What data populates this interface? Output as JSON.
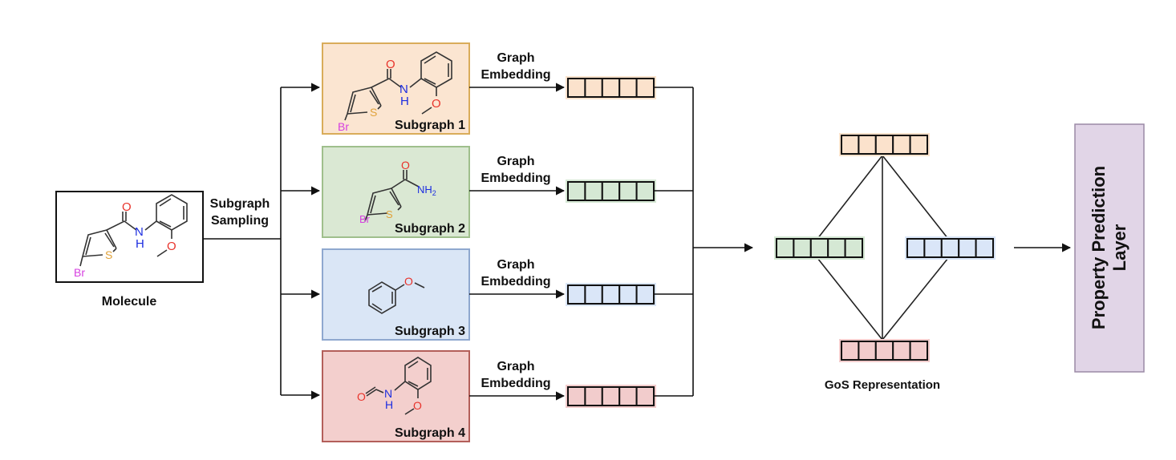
{
  "molecule": {
    "label": "Molecule",
    "atoms": {
      "O": "O",
      "N": "N",
      "H": "H",
      "S": "S",
      "Br": "Br",
      "OMe": "O"
    }
  },
  "sampling_label": [
    "Subgraph",
    "Sampling"
  ],
  "embedding_label": [
    "Graph",
    "Embedding"
  ],
  "subgraphs": [
    {
      "label": "Subgraph 1",
      "fill": "#fbe5d1",
      "border": "#d9ac5a",
      "vec_fill": "#fbe2cc",
      "atoms": {
        "O": "O",
        "N": "N",
        "H": "H",
        "S": "S",
        "Br": "Br",
        "OMe": "O"
      }
    },
    {
      "label": "Subgraph 2",
      "fill": "#dae8d3",
      "border": "#9fbf8c",
      "vec_fill": "#d5e8d4",
      "atoms": {
        "O": "O",
        "NH": "NH",
        "sub": "2",
        "S": "S",
        "Br": "Br"
      }
    },
    {
      "label": "Subgraph 3",
      "fill": "#dae6f6",
      "border": "#8fa8cf",
      "vec_fill": "#dae6f8",
      "atoms": {
        "O": "O"
      }
    },
    {
      "label": "Subgraph 4",
      "fill": "#f3cfcd",
      "border": "#b35f5a",
      "vec_fill": "#f2cccc",
      "atoms": {
        "O": "O",
        "N": "N",
        "H": "H",
        "OMe": "O"
      }
    }
  ],
  "gos": {
    "label": "GoS Representation",
    "nodes": [
      "subgraph-1",
      "subgraph-2",
      "subgraph-3",
      "subgraph-4"
    ],
    "edges": [
      [
        "subgraph-1",
        "subgraph-2"
      ],
      [
        "subgraph-1",
        "subgraph-3"
      ],
      [
        "subgraph-1",
        "subgraph-4"
      ],
      [
        "subgraph-2",
        "subgraph-4"
      ],
      [
        "subgraph-3",
        "subgraph-4"
      ]
    ]
  },
  "prediction_layer": {
    "label_lines": [
      "Property Prediction",
      "Layer"
    ],
    "fill": "#e1d5e7",
    "border": "#9b8aa6"
  },
  "colors": {
    "oxygen": "#e8332b",
    "nitrogen": "#1c2de0",
    "sulfur": "#e0a23a",
    "bromine": "#d63fe0"
  }
}
